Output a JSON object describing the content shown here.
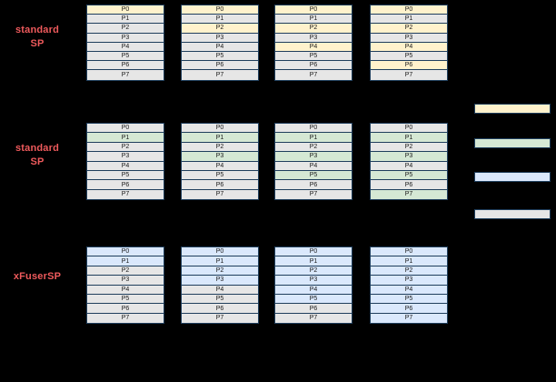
{
  "colors": {
    "background": "#000000",
    "border": "#1f3e5c",
    "base_cell": "#e6e6e6",
    "label_red": "#ee5a5c",
    "cell_text": "#1a1a1a",
    "yellow": "#fff2cc",
    "green": "#d5e8d4",
    "blue": "#dae8fc",
    "gray": "#e6e6e6"
  },
  "groups": [
    {
      "label_lines": [
        "standard",
        "SP"
      ],
      "highlight_color": "#fff2cc",
      "tables": [
        {
          "rows": [
            {
              "label": "P0",
              "highlighted": true
            },
            {
              "label": "P1",
              "highlighted": false
            },
            {
              "label": "P2",
              "highlighted": false
            },
            {
              "label": "P3",
              "highlighted": false
            },
            {
              "label": "P4",
              "highlighted": false
            },
            {
              "label": "P5",
              "highlighted": false
            },
            {
              "label": "P6",
              "highlighted": false
            },
            {
              "label": "P7",
              "highlighted": false
            }
          ]
        },
        {
          "rows": [
            {
              "label": "P0",
              "highlighted": true
            },
            {
              "label": "P1",
              "highlighted": false
            },
            {
              "label": "P2",
              "highlighted": true
            },
            {
              "label": "P3",
              "highlighted": false
            },
            {
              "label": "P4",
              "highlighted": false
            },
            {
              "label": "P5",
              "highlighted": false
            },
            {
              "label": "P6",
              "highlighted": false
            },
            {
              "label": "P7",
              "highlighted": false
            }
          ]
        },
        {
          "rows": [
            {
              "label": "P0",
              "highlighted": true
            },
            {
              "label": "P1",
              "highlighted": false
            },
            {
              "label": "P2",
              "highlighted": true
            },
            {
              "label": "P3",
              "highlighted": false
            },
            {
              "label": "P4",
              "highlighted": true
            },
            {
              "label": "P5",
              "highlighted": false
            },
            {
              "label": "P6",
              "highlighted": false
            },
            {
              "label": "P7",
              "highlighted": false
            }
          ]
        },
        {
          "rows": [
            {
              "label": "P0",
              "highlighted": true
            },
            {
              "label": "P1",
              "highlighted": false
            },
            {
              "label": "P2",
              "highlighted": true
            },
            {
              "label": "P3",
              "highlighted": false
            },
            {
              "label": "P4",
              "highlighted": true
            },
            {
              "label": "P5",
              "highlighted": false
            },
            {
              "label": "P6",
              "highlighted": true
            },
            {
              "label": "P7",
              "highlighted": false
            }
          ]
        }
      ]
    },
    {
      "label_lines": [
        "standard",
        "SP"
      ],
      "highlight_color": "#d5e8d4",
      "tables": [
        {
          "rows": [
            {
              "label": "P0",
              "highlighted": false
            },
            {
              "label": "P1",
              "highlighted": true
            },
            {
              "label": "P2",
              "highlighted": false
            },
            {
              "label": "P3",
              "highlighted": false
            },
            {
              "label": "P4",
              "highlighted": false
            },
            {
              "label": "P5",
              "highlighted": false
            },
            {
              "label": "P6",
              "highlighted": false
            },
            {
              "label": "P7",
              "highlighted": false
            }
          ]
        },
        {
          "rows": [
            {
              "label": "P0",
              "highlighted": false
            },
            {
              "label": "P1",
              "highlighted": true
            },
            {
              "label": "P2",
              "highlighted": false
            },
            {
              "label": "P3",
              "highlighted": true
            },
            {
              "label": "P4",
              "highlighted": false
            },
            {
              "label": "P5",
              "highlighted": false
            },
            {
              "label": "P6",
              "highlighted": false
            },
            {
              "label": "P7",
              "highlighted": false
            }
          ]
        },
        {
          "rows": [
            {
              "label": "P0",
              "highlighted": false
            },
            {
              "label": "P1",
              "highlighted": true
            },
            {
              "label": "P2",
              "highlighted": false
            },
            {
              "label": "P3",
              "highlighted": true
            },
            {
              "label": "P4",
              "highlighted": false
            },
            {
              "label": "P5",
              "highlighted": true
            },
            {
              "label": "P6",
              "highlighted": false
            },
            {
              "label": "P7",
              "highlighted": false
            }
          ]
        },
        {
          "rows": [
            {
              "label": "P0",
              "highlighted": false
            },
            {
              "label": "P1",
              "highlighted": true
            },
            {
              "label": "P2",
              "highlighted": false
            },
            {
              "label": "P3",
              "highlighted": true
            },
            {
              "label": "P4",
              "highlighted": false
            },
            {
              "label": "P5",
              "highlighted": true
            },
            {
              "label": "P6",
              "highlighted": false
            },
            {
              "label": "P7",
              "highlighted": true
            }
          ]
        }
      ]
    },
    {
      "label_lines": [
        "xFuserSP"
      ],
      "highlight_color": "#dae8fc",
      "tables": [
        {
          "rows": [
            {
              "label": "P0",
              "highlighted": true
            },
            {
              "label": "P1",
              "highlighted": true
            },
            {
              "label": "P2",
              "highlighted": false
            },
            {
              "label": "P3",
              "highlighted": false
            },
            {
              "label": "P4",
              "highlighted": false
            },
            {
              "label": "P5",
              "highlighted": false
            },
            {
              "label": "P6",
              "highlighted": false
            },
            {
              "label": "P7",
              "highlighted": false
            }
          ]
        },
        {
          "rows": [
            {
              "label": "P0",
              "highlighted": true
            },
            {
              "label": "P1",
              "highlighted": true
            },
            {
              "label": "P2",
              "highlighted": true
            },
            {
              "label": "P3",
              "highlighted": true
            },
            {
              "label": "P4",
              "highlighted": false
            },
            {
              "label": "P5",
              "highlighted": false
            },
            {
              "label": "P6",
              "highlighted": false
            },
            {
              "label": "P7",
              "highlighted": false
            }
          ]
        },
        {
          "rows": [
            {
              "label": "P0",
              "highlighted": true
            },
            {
              "label": "P1",
              "highlighted": true
            },
            {
              "label": "P2",
              "highlighted": true
            },
            {
              "label": "P3",
              "highlighted": true
            },
            {
              "label": "P4",
              "highlighted": true
            },
            {
              "label": "P5",
              "highlighted": true
            },
            {
              "label": "P6",
              "highlighted": false
            },
            {
              "label": "P7",
              "highlighted": false
            }
          ]
        },
        {
          "rows": [
            {
              "label": "P0",
              "highlighted": true
            },
            {
              "label": "P1",
              "highlighted": true
            },
            {
              "label": "P2",
              "highlighted": true
            },
            {
              "label": "P3",
              "highlighted": true
            },
            {
              "label": "P4",
              "highlighted": true
            },
            {
              "label": "P5",
              "highlighted": true
            },
            {
              "label": "P6",
              "highlighted": true
            },
            {
              "label": "P7",
              "highlighted": true
            }
          ]
        }
      ]
    }
  ],
  "legend": {
    "swatches": [
      {
        "name": "yellow",
        "color": "#fff2cc"
      },
      {
        "name": "green",
        "color": "#d5e8d4"
      },
      {
        "name": "blue",
        "color": "#dae8fc"
      },
      {
        "name": "gray",
        "color": "#e6e6e6"
      }
    ]
  }
}
